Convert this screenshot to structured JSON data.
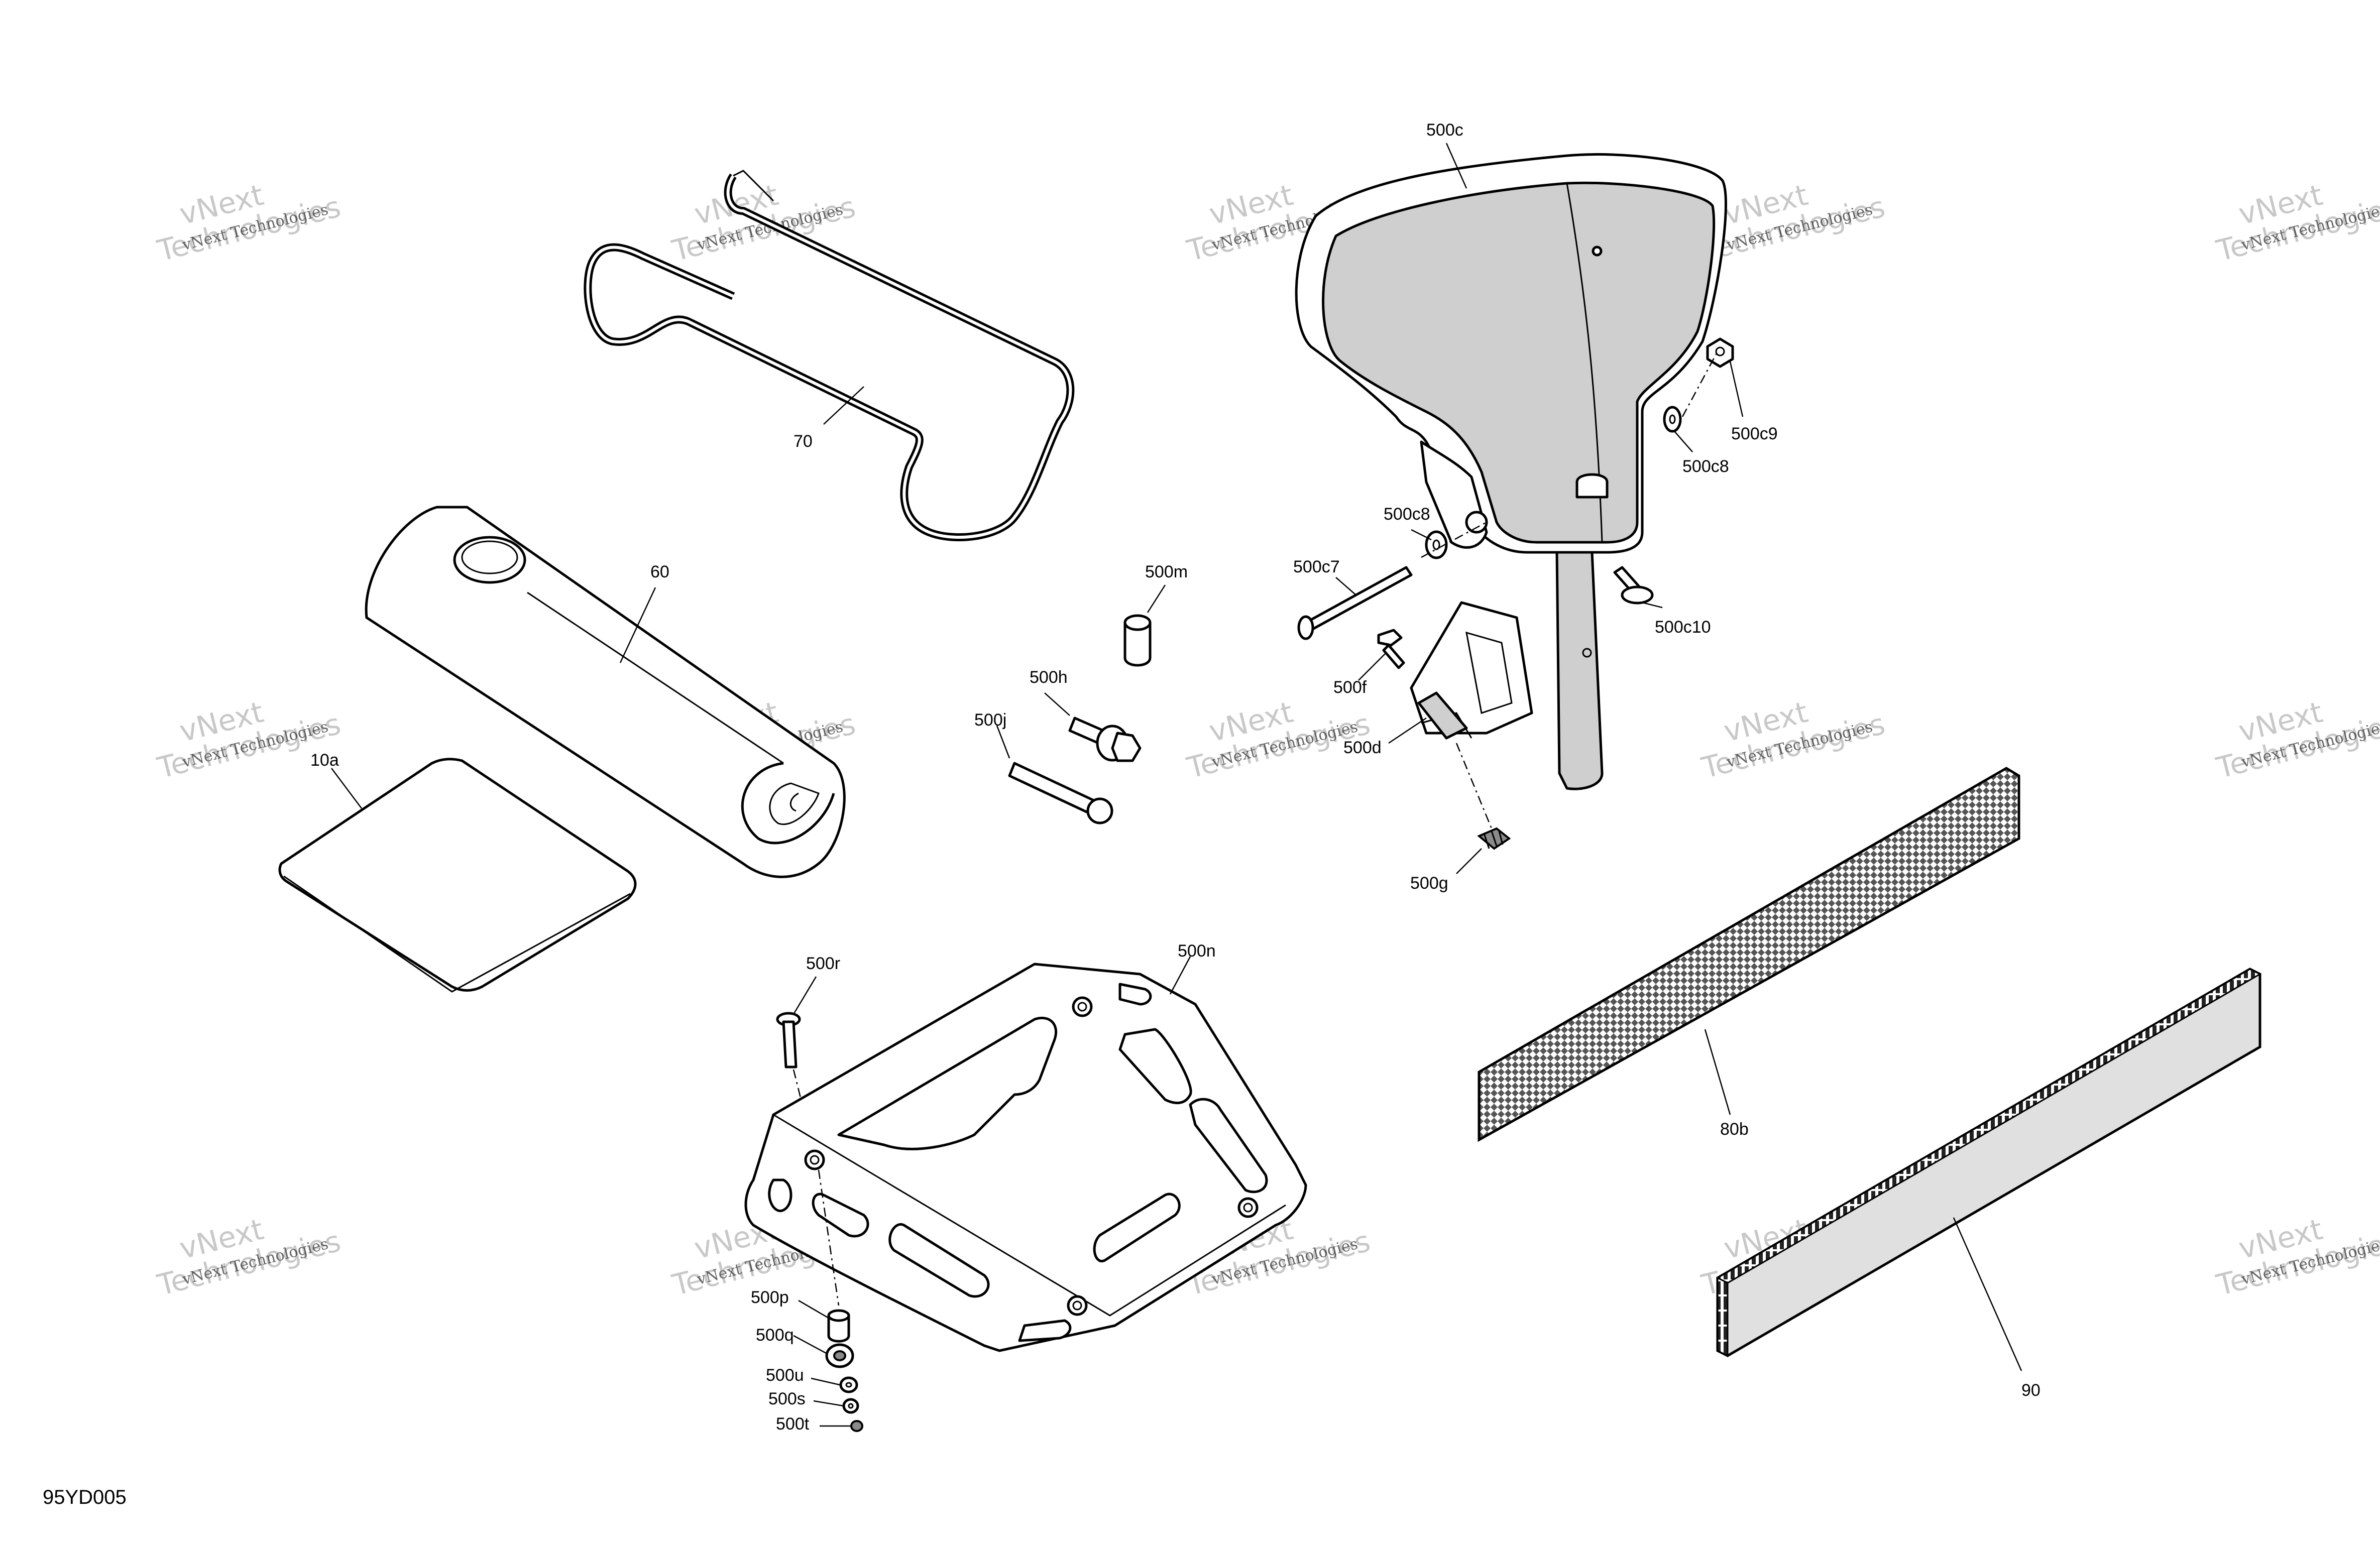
{
  "diagram_id": "95YD005",
  "watermark": {
    "line1": "vNext",
    "line2": "Technologies",
    "small": "vNext Technologies"
  },
  "callouts": {
    "c70": "70",
    "c60": "60",
    "c10a": "10a",
    "c500c": "500c",
    "c500c9": "500c9",
    "c500c8_right": "500c8",
    "c500c8_left": "500c8",
    "c500c7": "500c7",
    "c500c10": "500c10",
    "c500m": "500m",
    "c500h": "500h",
    "c500j": "500j",
    "c500f": "500f",
    "c500d": "500d",
    "c500g": "500g",
    "c500r": "500r",
    "c500n": "500n",
    "c500p": "500p",
    "c500q": "500q",
    "c500u": "500u",
    "c500s": "500s",
    "c500t": "500t",
    "c80b": "80b",
    "c90": "90"
  }
}
